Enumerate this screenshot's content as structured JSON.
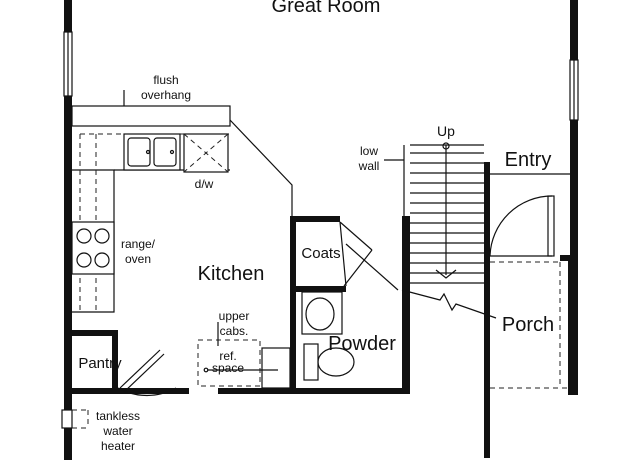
{
  "rooms": {
    "great_room": "Great Room",
    "kitchen": "Kitchen",
    "entry": "Entry",
    "porch": "Porch",
    "powder": "Powder",
    "coats": "Coats",
    "pantry": "Pantry"
  },
  "notes": {
    "flush_overhang_1": "flush",
    "flush_overhang_2": "overhang",
    "dw": "d/w",
    "range_1": "range/",
    "range_2": "oven",
    "upper_cabs_1": "upper",
    "upper_cabs_2": "cabs.",
    "ref_1": "ref.",
    "ref_2": "space",
    "low_wall_1": "low",
    "low_wall_2": "wall",
    "up": "Up",
    "tankless_1": "tankless",
    "tankless_2": "water",
    "tankless_3": "heater"
  },
  "colors": {
    "wall": "#111111",
    "background": "#ffffff",
    "appliance_fill": "#d8d8d8"
  }
}
